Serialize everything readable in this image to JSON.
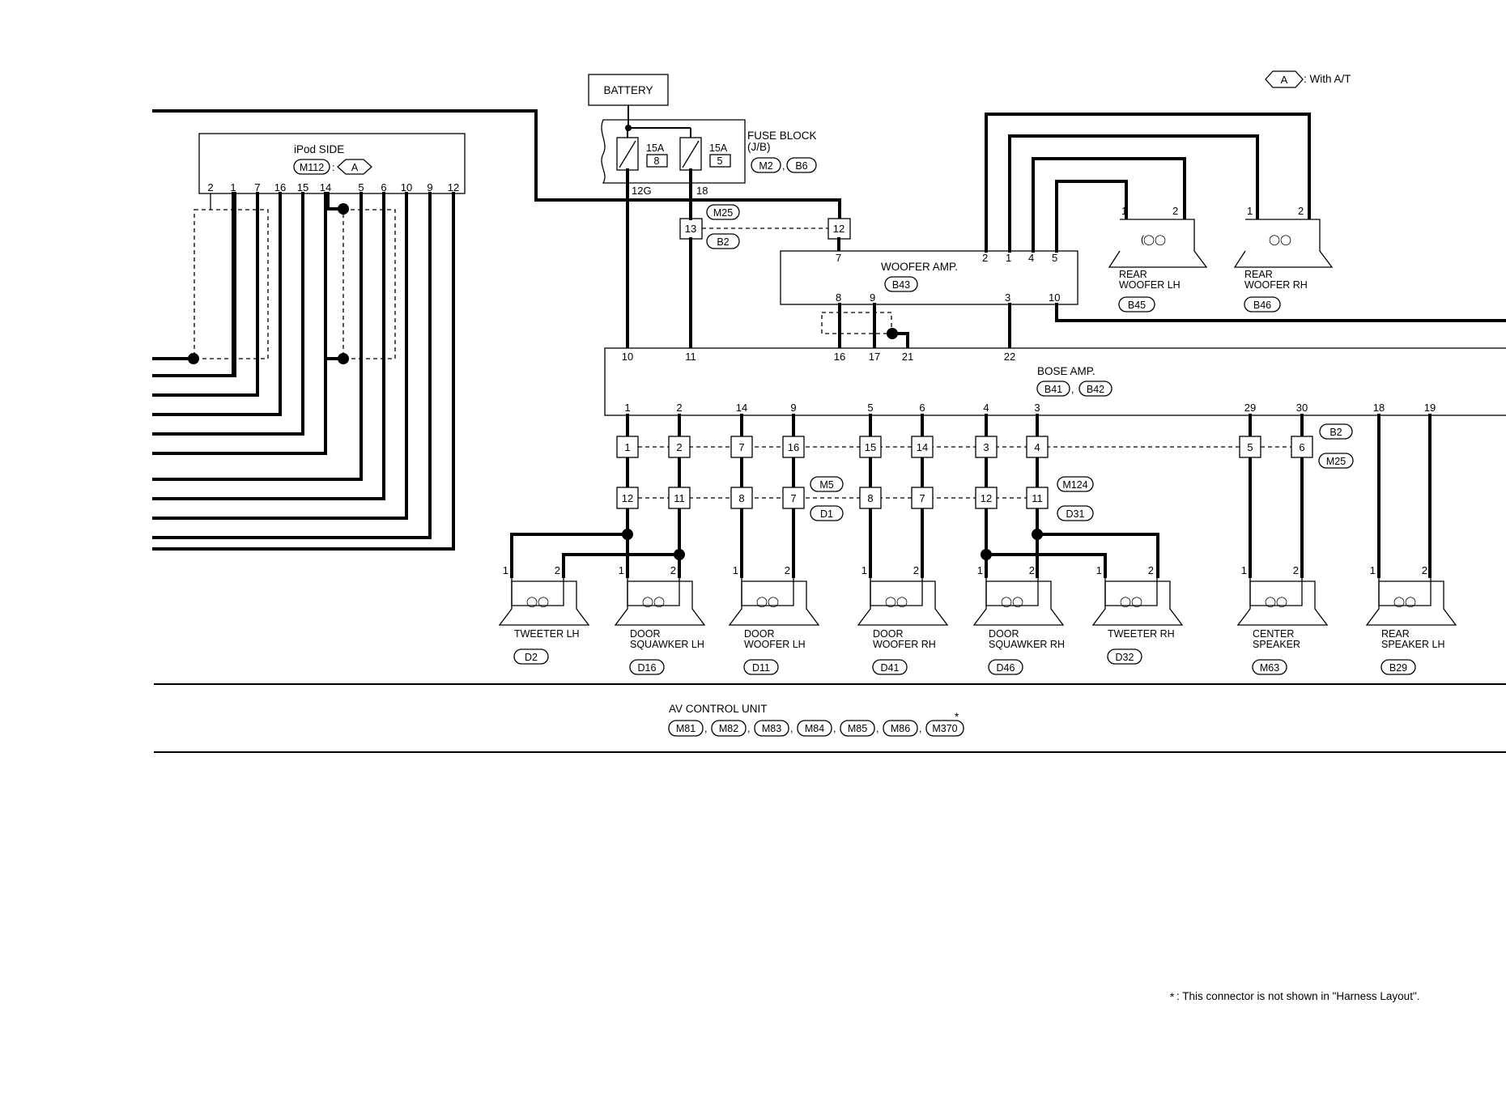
{
  "legend": {
    "tag": "A",
    "text": ": With A/T"
  },
  "battery": {
    "label": "BATTERY"
  },
  "fuse_block": {
    "title": "FUSE BLOCK",
    "subtitle": "(J/B)",
    "connectors": [
      "M2",
      "B6"
    ],
    "fuses": [
      {
        "rating": "15A",
        "number": "8",
        "terminal": "12G"
      },
      {
        "rating": "15A",
        "number": "5",
        "terminal": "18"
      }
    ]
  },
  "ipod": {
    "title": "iPod SIDE",
    "connector": "M112",
    "tag": "A",
    "pins": [
      "2",
      "1",
      "7",
      "16",
      "15",
      "14",
      "5",
      "6",
      "10",
      "9",
      "12"
    ]
  },
  "joint_connector_top": {
    "tags": [
      "M25",
      "B2"
    ],
    "pins": [
      "13",
      "12"
    ]
  },
  "woofer_amp": {
    "title": "WOOFER AMP.",
    "connector": "B43",
    "top_pins": [
      "7",
      "2",
      "1",
      "4",
      "5"
    ],
    "bottom_pins": [
      "8",
      "9",
      "3",
      "10"
    ]
  },
  "rear_woofers": [
    {
      "name_lines": [
        "REAR",
        "WOOFER LH"
      ],
      "connector": "B45",
      "pins": [
        "1",
        "2"
      ]
    },
    {
      "name_lines": [
        "REAR",
        "WOOFER RH"
      ],
      "connector": "B46",
      "pins": [
        "1",
        "2"
      ]
    }
  ],
  "bose_amp": {
    "title": "BOSE AMP.",
    "connectors": [
      "B41",
      "B42"
    ],
    "top_pins": [
      "10",
      "11",
      "16",
      "17",
      "21",
      "22"
    ],
    "bottom_pins": [
      "1",
      "2",
      "14",
      "9",
      "5",
      "6",
      "4",
      "3",
      "29",
      "30",
      "18",
      "19"
    ]
  },
  "joint_row_1": {
    "pins": [
      "1",
      "2",
      "7",
      "16",
      "15",
      "14",
      "3",
      "4",
      "5",
      "6"
    ],
    "tags": [
      "B2",
      "M25"
    ]
  },
  "joint_row_2": {
    "pins": [
      "12",
      "11",
      "8",
      "7",
      "8",
      "7",
      "12",
      "11"
    ],
    "tags": [
      "M5",
      "D1",
      "M124",
      "D31"
    ]
  },
  "speakers": [
    {
      "name_lines": [
        "TWEETER LH"
      ],
      "connector": "D2",
      "pins": [
        "1",
        "2"
      ]
    },
    {
      "name_lines": [
        "DOOR",
        "SQUAWKER LH"
      ],
      "connector": "D16",
      "pins": [
        "1",
        "2"
      ]
    },
    {
      "name_lines": [
        "DOOR",
        "WOOFER LH"
      ],
      "connector": "D11",
      "pins": [
        "1",
        "2"
      ]
    },
    {
      "name_lines": [
        "DOOR",
        "WOOFER RH"
      ],
      "connector": "D41",
      "pins": [
        "1",
        "2"
      ]
    },
    {
      "name_lines": [
        "DOOR",
        "SQUAWKER RH"
      ],
      "connector": "D46",
      "pins": [
        "1",
        "2"
      ]
    },
    {
      "name_lines": [
        "TWEETER RH"
      ],
      "connector": "D32",
      "pins": [
        "1",
        "2"
      ]
    },
    {
      "name_lines": [
        "CENTER",
        "SPEAKER"
      ],
      "connector": "M63",
      "pins": [
        "1",
        "2"
      ]
    },
    {
      "name_lines": [
        "REAR",
        "SPEAKER LH"
      ],
      "connector": "B29",
      "pins": [
        "1",
        "2"
      ]
    }
  ],
  "av_control_unit": {
    "title": "AV CONTROL UNIT",
    "connectors": [
      "M81",
      "M82",
      "M83",
      "M84",
      "M85",
      "M86",
      "M370"
    ],
    "asterisk": "*"
  },
  "footnote": {
    "mark": "*",
    "text": ": This connector is not shown in \"Harness Layout\"."
  }
}
